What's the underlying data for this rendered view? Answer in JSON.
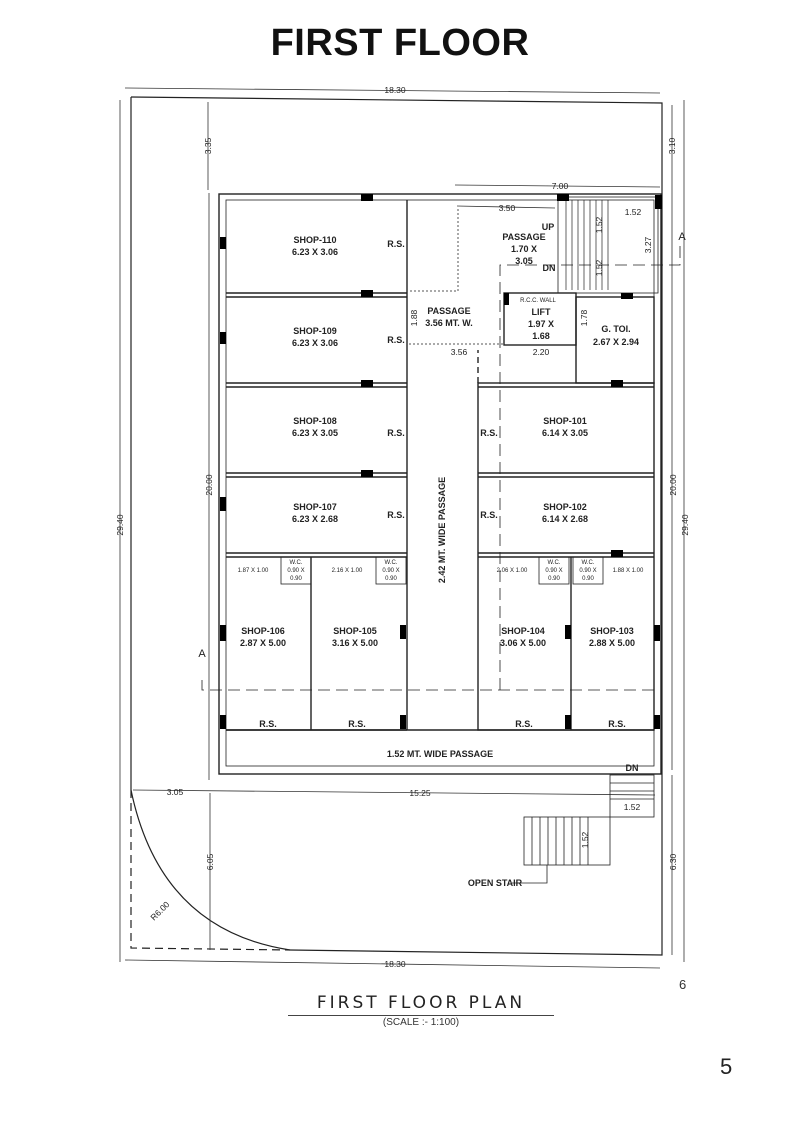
{
  "page": {
    "title": "FIRST FLOOR",
    "page_number": "5",
    "sheet_number": "6"
  },
  "plan": {
    "caption": "FIRST FLOOR PLAN",
    "scale": "(SCALE :- 1:100)",
    "line_color": "#222222",
    "column_color": "#000000"
  },
  "shops": [
    {
      "id": "110",
      "name": "SHOP-110",
      "size": "6.23 X 3.06",
      "rs": "R.S."
    },
    {
      "id": "109",
      "name": "SHOP-109",
      "size": "6.23 X 3.06",
      "rs": "R.S."
    },
    {
      "id": "108",
      "name": "SHOP-108",
      "size": "6.23 X 3.05",
      "rs": "R.S."
    },
    {
      "id": "107",
      "name": "SHOP-107",
      "size": "6.23 X 2.68",
      "rs": "R.S."
    },
    {
      "id": "101",
      "name": "SHOP-101",
      "size": "6.14 X 3.05",
      "rs": "R.S."
    },
    {
      "id": "102",
      "name": "SHOP-102",
      "size": "6.14 X 2.68",
      "rs": "R.S."
    },
    {
      "id": "106",
      "name": "SHOP-106",
      "size": "2.87 X 5.00",
      "rs": "R.S.",
      "loft": "1.87 X 1.00"
    },
    {
      "id": "105",
      "name": "SHOP-105",
      "size": "3.16 X 5.00",
      "rs": "R.S.",
      "loft": "2.16 X 1.00"
    },
    {
      "id": "104",
      "name": "SHOP-104",
      "size": "3.06 X 5.00",
      "rs": "R.S.",
      "loft": "2.06 X 1.00"
    },
    {
      "id": "103",
      "name": "SHOP-103",
      "size": "2.88 X 5.00",
      "rs": "R.S.",
      "loft": "1.88 X 1.00"
    }
  ],
  "wc": {
    "label": "W.C.",
    "size_line1": "0.90 X",
    "size_line2": "0.90"
  },
  "spaces": {
    "passage_top": {
      "label": "PASSAGE",
      "size_line1": "1.70 X",
      "size_line2": "3.05"
    },
    "passage_mid": {
      "label": "PASSAGE",
      "size": "3.56 MT. W."
    },
    "lift": {
      "label": "LIFT",
      "size_line1": "1.97 X",
      "size_line2": "1.68",
      "wall_note": "R.C.C. WALL"
    },
    "toilet": {
      "label": "G. TOI.",
      "size": "2.67 X 2.94"
    },
    "center_passage": "2.42 MT. WIDE PASSAGE",
    "bottom_passage": "1.52 MT. WIDE PASSAGE",
    "stair_up": "UP",
    "stair_dn": "DN",
    "lower_stair_dn": "DN",
    "open_stair": "OPEN STAIR",
    "section_mark": "A"
  },
  "dimensions": {
    "top_width": "18.30",
    "bottom_width": "18.30",
    "left_total": "29.40",
    "right_total": "29.40",
    "left_building": "20.00",
    "right_building": "20.00",
    "top_setback_left": "3.35",
    "top_setback_right": "3.10",
    "stair_block_width": "7.00",
    "passage_width": "3.50",
    "stair_flight_width": "1.52",
    "stair_run_a": "1.52",
    "stair_run_b": "1.52",
    "stair_height": "3.27",
    "passage_height": "1.88",
    "passage_length": "3.56",
    "lift_width": "2.20",
    "lift_side": "1.78",
    "front_left": "3.05",
    "front_main": "15.25",
    "front_depth": "6.05",
    "front_right": "6.30",
    "lower_stair_width": "1.52",
    "open_stair_run": "1.52",
    "curve_radius": "R6.00"
  }
}
